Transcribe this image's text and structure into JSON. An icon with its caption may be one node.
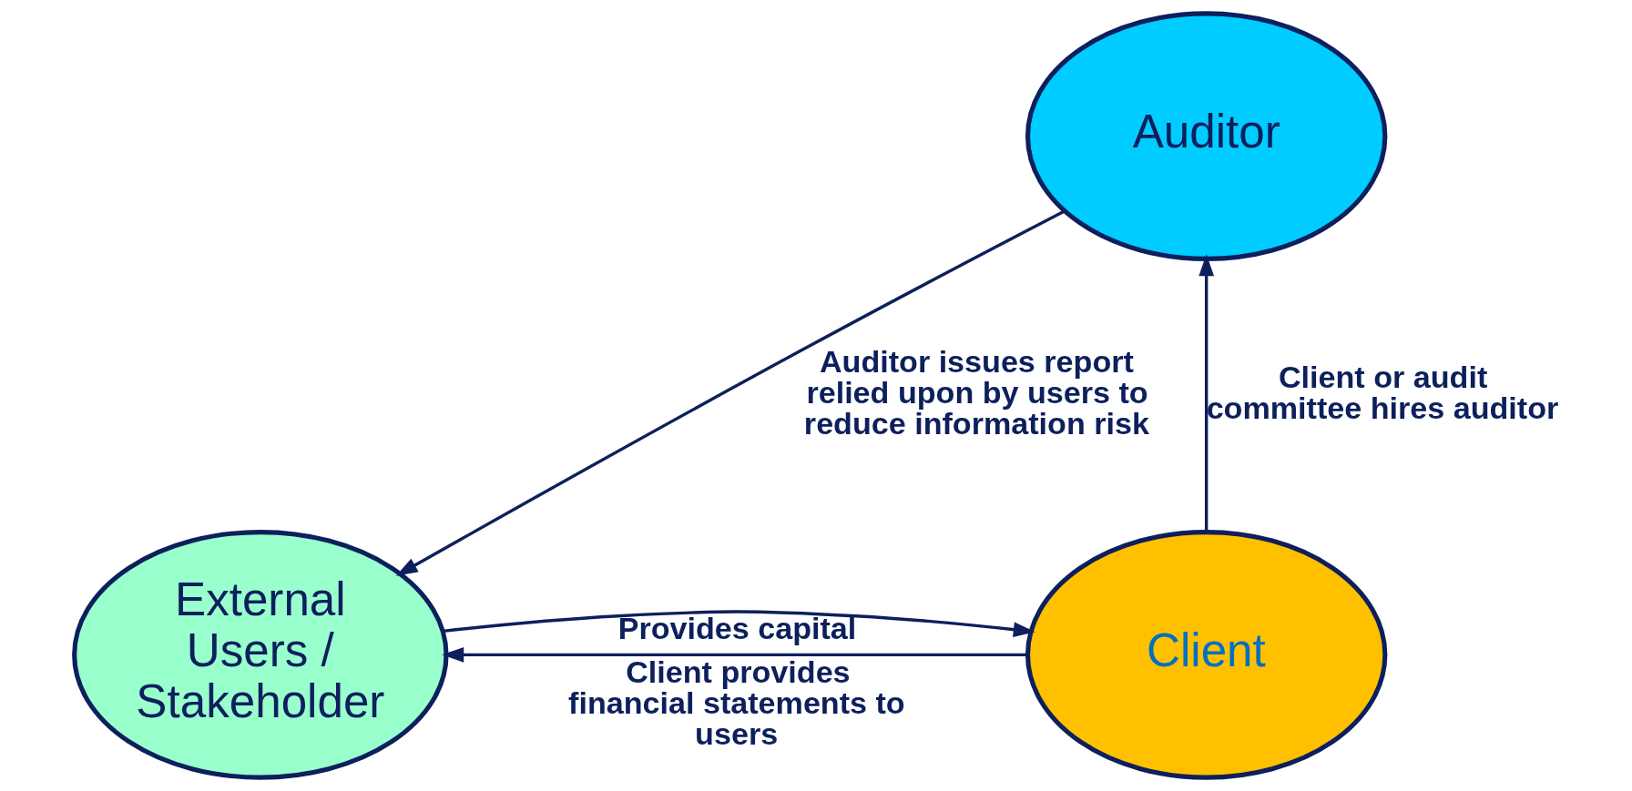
{
  "diagram": {
    "nodes": [
      {
        "text": [
          "Auditor"
        ]
      },
      {
        "text": [
          "Client"
        ]
      },
      {
        "text": [
          "External Users / Stakeholder"
        ]
      }
    ],
    "edges": [
      {
        "from": 1,
        "to": 0,
        "arrow": "to",
        "label": "Client or audit committee hires auditor"
      },
      {
        "from": 0,
        "to": 2,
        "arrow": "to",
        "label": "Auditor issues report relied upon by users to reduce information risk"
      },
      {
        "from": 2,
        "to": 1,
        "arrow": "to",
        "label": "Provides capital"
      },
      {
        "from": 1,
        "to": 2,
        "arrow": "to",
        "label": "Client provides financial statements to users"
      }
    ]
  }
}
